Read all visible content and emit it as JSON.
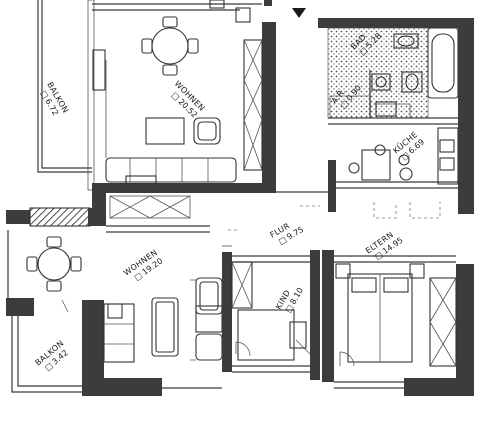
{
  "rooms": {
    "balkon_top": {
      "name": "BALKON",
      "area": "6.72"
    },
    "wohnen_top": {
      "name": "WOHNEN",
      "area": "20.52"
    },
    "bad": {
      "name": "BAD",
      "area": "5.28"
    },
    "ar": {
      "name": "A.R.",
      "area": "0.90"
    },
    "kueche": {
      "name": "KÜCHE",
      "area": "6.69"
    },
    "flur": {
      "name": "FLUR",
      "area": "9.75"
    },
    "eltern": {
      "name": "ELTERN",
      "area": "14.95"
    },
    "wohnen_bottom": {
      "name": "WOHNEN",
      "area": "19.20"
    },
    "kind": {
      "name": "KIND",
      "area": "8.10"
    },
    "balkon_bottom": {
      "name": "BALKON",
      "area": "3.42"
    }
  },
  "area_symbol": "□",
  "icons": {
    "north_marker": "triangle-down"
  }
}
